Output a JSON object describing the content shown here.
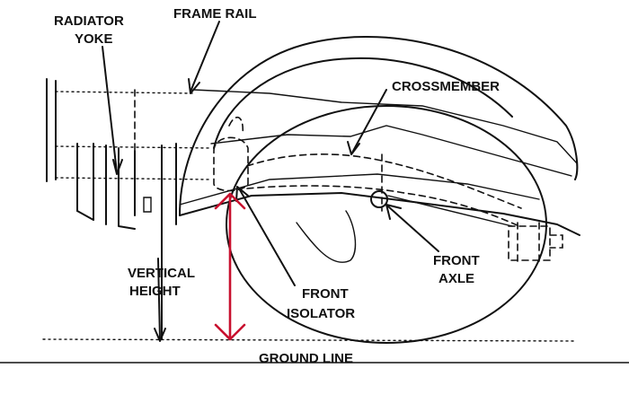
{
  "labels": {
    "radiator_yoke_line1": "RADIATOR",
    "radiator_yoke_line2": "YOKE",
    "frame_rail": "FRAME RAIL",
    "crossmember": "CROSSMEMBER",
    "vertical_height_line1": "VERTICAL",
    "vertical_height_line2": "HEIGHT",
    "front_isolator_line1": "FRONT",
    "front_isolator_line2": "ISOLATOR",
    "front_axle_line1": "FRONT",
    "front_axle_line2": "AXLE",
    "ground_line": "GROUND LINE"
  },
  "colors": {
    "ink": "#111111",
    "measurement_arrow": "#c8102e",
    "background": "#ffffff"
  }
}
